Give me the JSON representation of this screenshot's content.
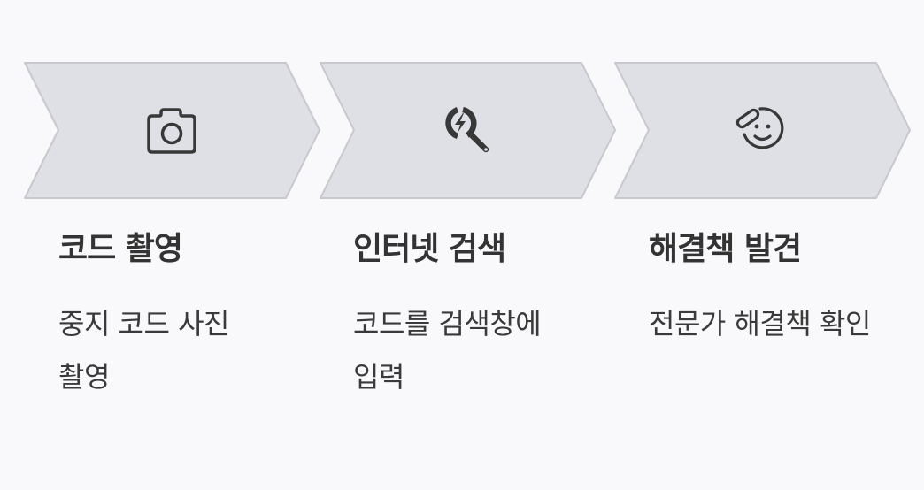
{
  "colors": {
    "background": "#f9f9fb",
    "chevron_fill": "#dfdfe6",
    "chevron_stroke": "#c8c8cf",
    "icon": "#383838",
    "text": "#3a3a3a"
  },
  "steps": [
    {
      "icon": "camera-icon",
      "title": "코드 촬영",
      "description": "중지 코드 사진 촬영"
    },
    {
      "icon": "search-lightning-icon",
      "title": "인터넷 검색",
      "description": "코드를 검색창에 입력"
    },
    {
      "icon": "face-idea-icon",
      "title": "해결책 발견",
      "description": "전문가 해결책 확인"
    }
  ]
}
